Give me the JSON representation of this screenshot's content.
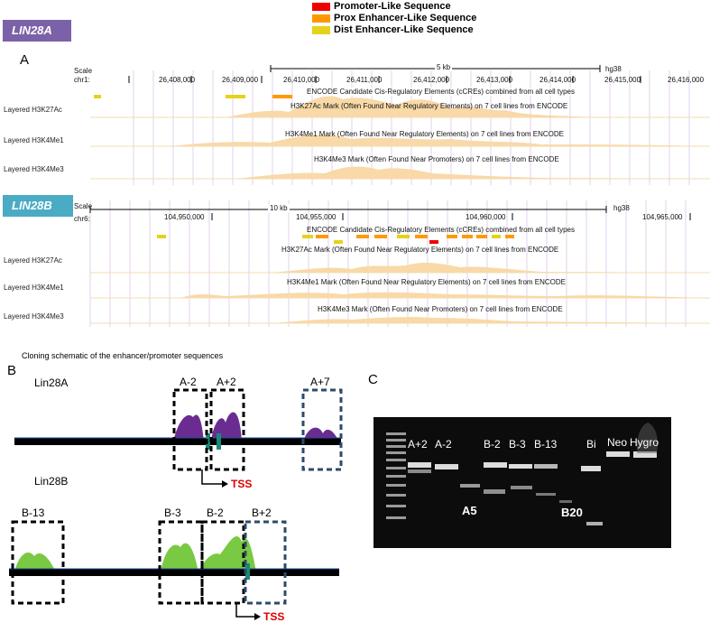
{
  "legend": {
    "items": [
      {
        "label": "Promoter-Like Sequence",
        "color": "#ee0000"
      },
      {
        "label": "Prox Enhancer-Like Sequence",
        "color": "#ff9900"
      },
      {
        "label": "Dist Enhancer-Like Sequence",
        "color": "#e5d21a"
      }
    ]
  },
  "gene_a": {
    "tag": "LIN28A",
    "tag_color": "#7b62a8",
    "panel": "A",
    "scale_label": "Scale",
    "chrom_label": "chr1:",
    "scale_text": "5 kb",
    "assembly": "hg38",
    "ticks": [
      "26,408,000",
      "26,409,000",
      "26,410,000",
      "26,411,000",
      "26,412,000",
      "26,413,000",
      "26,414,000",
      "26,415,000",
      "26,416,000"
    ],
    "encode_text": "ENCODE Candidate Cis-Regulatory Elements (cCREs) combined from all cell types",
    "tracks": [
      {
        "label": "Layered H3K27Ac",
        "desc": "H3K27Ac Mark (Often Found Near Regulatory Elements) on 7 cell lines from ENCODE"
      },
      {
        "label": "Layered H3K4Me1",
        "desc": "H3K4Me1 Mark (Often Found Near Regulatory Elements) on 7 cell lines from ENCODE"
      },
      {
        "label": "Layered H3K4Me3",
        "desc": "H3K4Me3 Mark (Often Found Near Promoters) on 7 cell lines from ENCODE"
      }
    ]
  },
  "gene_b": {
    "tag": "LIN28B",
    "tag_color": "#4aabc4",
    "scale_label": "Scale",
    "chrom_label": "chr6:",
    "scale_text": "10 kb",
    "assembly": "hg38",
    "ticks": [
      "104,950,000",
      "104,955,000",
      "104,960,000",
      "104,965,000"
    ],
    "encode_text": "ENCODE Candidate Cis-Regulatory Elements (cCREs) combined from all cell types",
    "tracks": [
      {
        "label": "Layered H3K27Ac",
        "desc": "H3K27Ac Mark (Often Found Near Regulatory Elements) on 7 cell lines from ENCODE"
      },
      {
        "label": "Layered H3K4Me1",
        "desc": "H3K4Me1 Mark (Often Found Near Regulatory Elements) on 7 cell lines from ENCODE"
      },
      {
        "label": "Layered H3K4Me3",
        "desc": "H3K4Me3 Mark (Often Found Near Promoters) on 7 cell lines from ENCODE"
      }
    ]
  },
  "panel_b": {
    "letter": "B",
    "title": "Cloning schematic of the enhancer/promoter sequences",
    "lin28a_label": "Lin28A",
    "lin28b_label": "Lin28B",
    "a_boxes": [
      "A-2",
      "A+2",
      "A+7"
    ],
    "b_boxes": [
      "B-13",
      "B-3",
      "B-2",
      "B+2"
    ],
    "tss": "TSS",
    "peak_a_color": "#6b2c91",
    "peak_b_color": "#7ac943",
    "tss_mark_color": "#1a8a7a"
  },
  "panel_c": {
    "letter": "C",
    "lane_labels": [
      "A+2",
      "A-2",
      "B-2",
      "B-3",
      "B-13",
      "Bi",
      "Neo",
      "Hygro"
    ],
    "bold_labels": [
      "A5",
      "B20"
    ]
  }
}
